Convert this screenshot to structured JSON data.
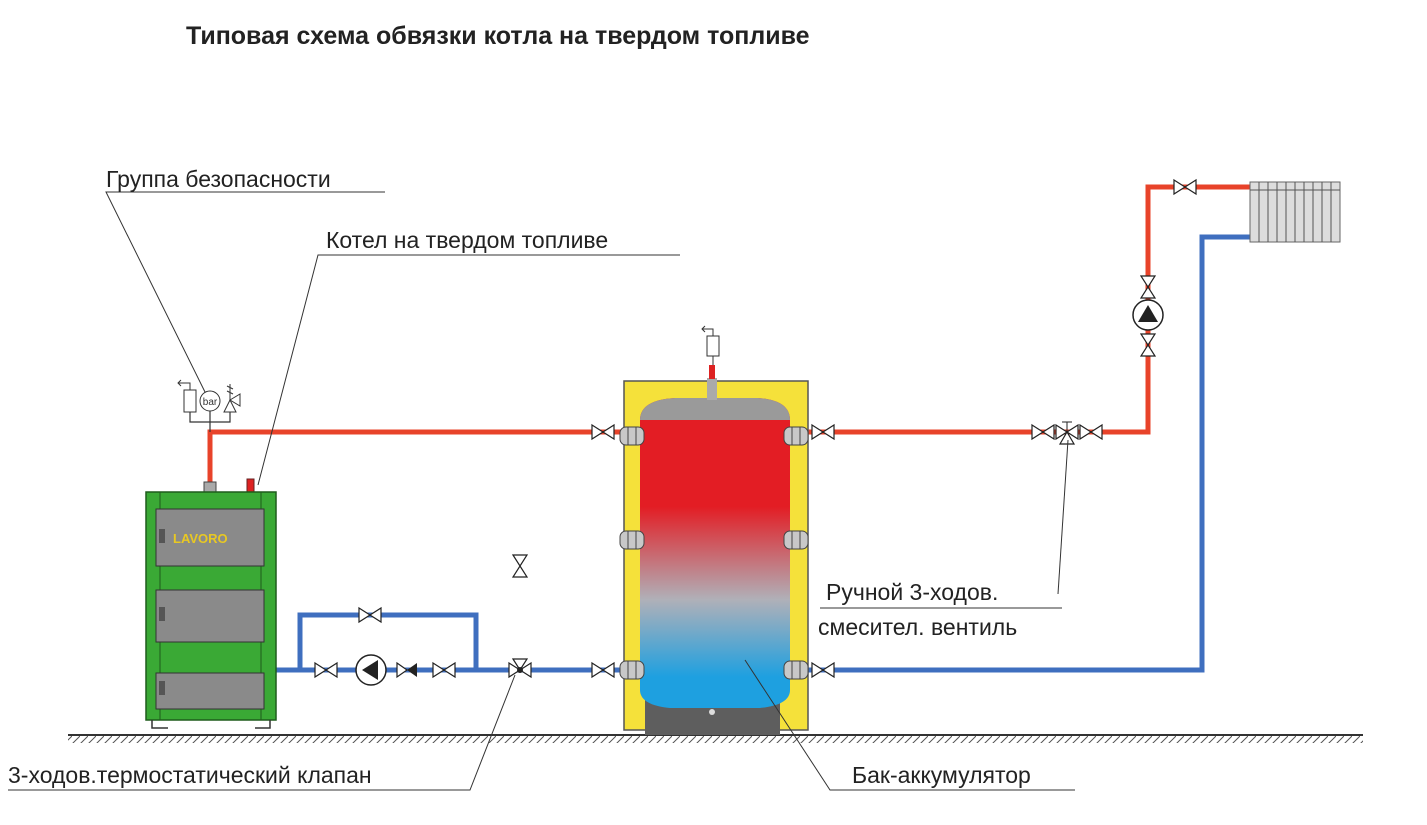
{
  "title": "Типовая схема обвязки котла на твердом топливе",
  "labels": {
    "safety_group": "Группа безопасности",
    "boiler": "Котел на твердом топливе",
    "mixer_line1": "Ручной 3-ходов.",
    "mixer_line2": "смесител. вентиль",
    "thermo_valve": "3-ходов.термостатический клапан",
    "accumulator": "Бак-аккумулятор"
  },
  "boiler_brand": "LAVORO",
  "gauge_unit": "bar",
  "colors": {
    "hot": "#e8432a",
    "return": "#3f6fbf",
    "boiler": "#3aa935",
    "insulation": "#f5e13a"
  }
}
